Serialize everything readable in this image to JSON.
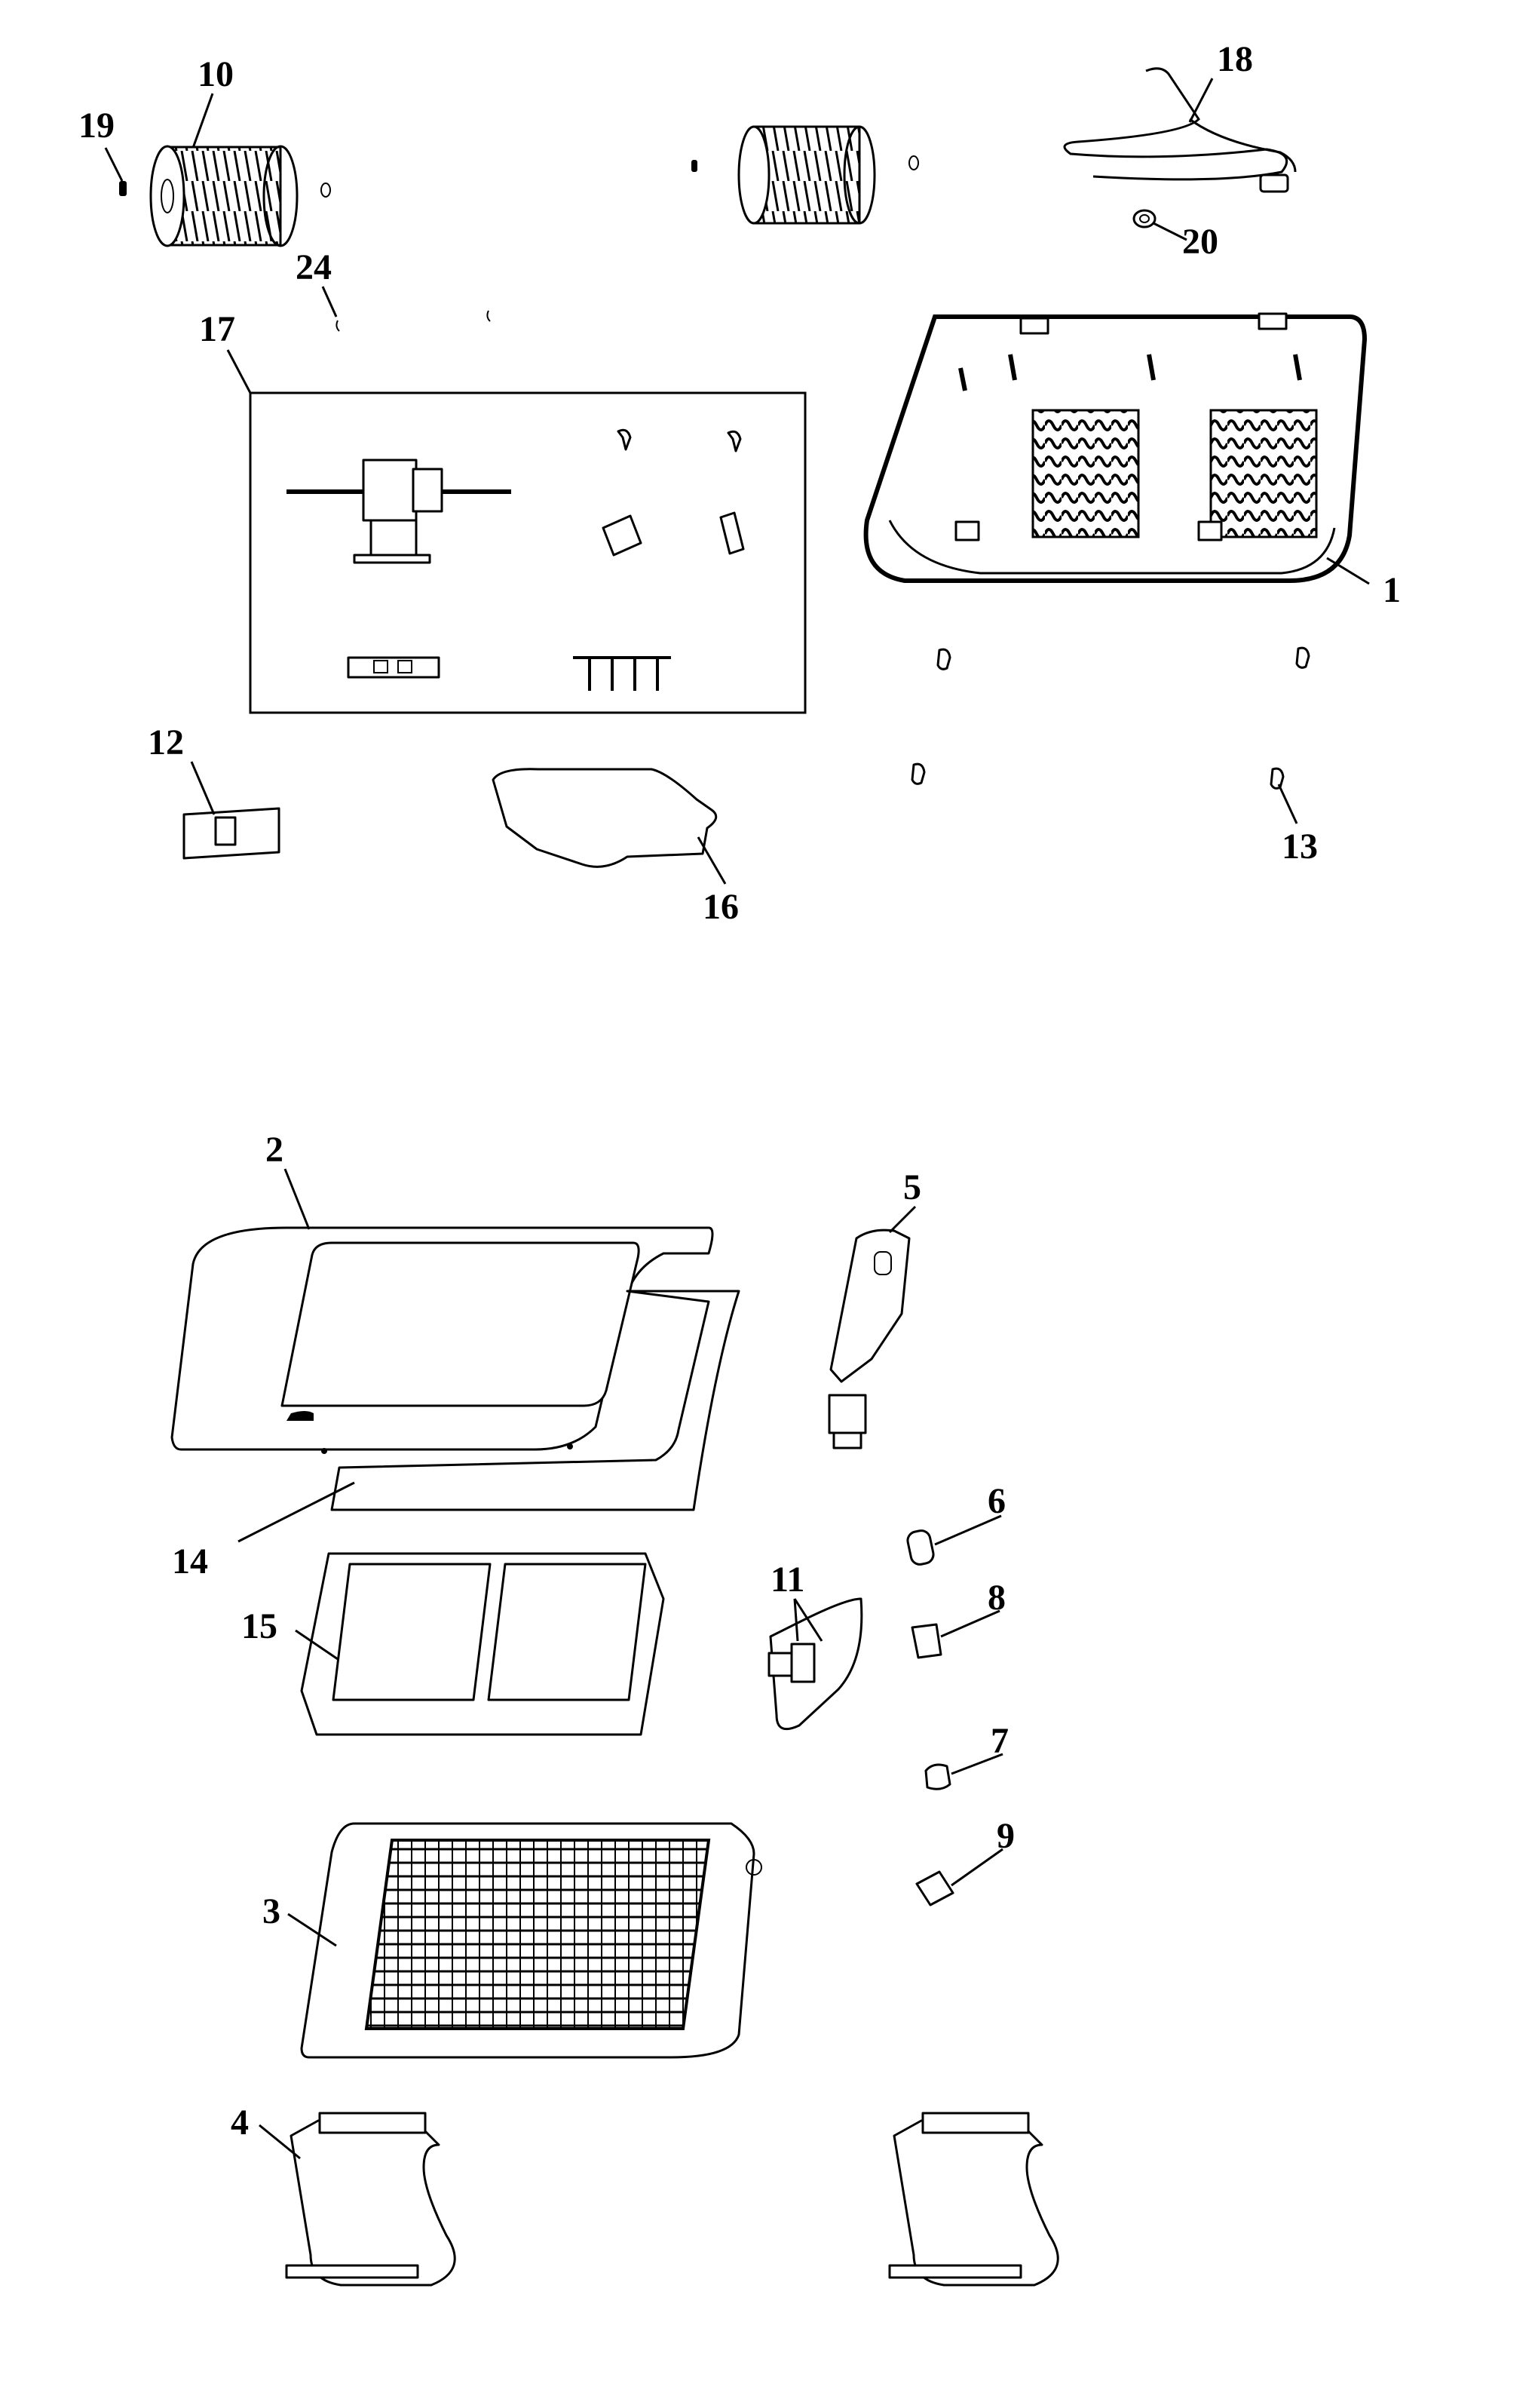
{
  "callouts": {
    "c1": "1",
    "c2": "2",
    "c3": "3",
    "c4": "4",
    "c5": "5",
    "c6": "6",
    "c7": "7",
    "c8": "8",
    "c9": "9",
    "c10": "10",
    "c11": "11",
    "c12": "12",
    "c13": "13",
    "c14": "14",
    "c15": "15",
    "c16": "16",
    "c17": "17",
    "c18": "18",
    "c19": "19",
    "c20": "20",
    "c24": "24"
  },
  "colors": {
    "line": "#000000",
    "background": "#ffffff"
  }
}
